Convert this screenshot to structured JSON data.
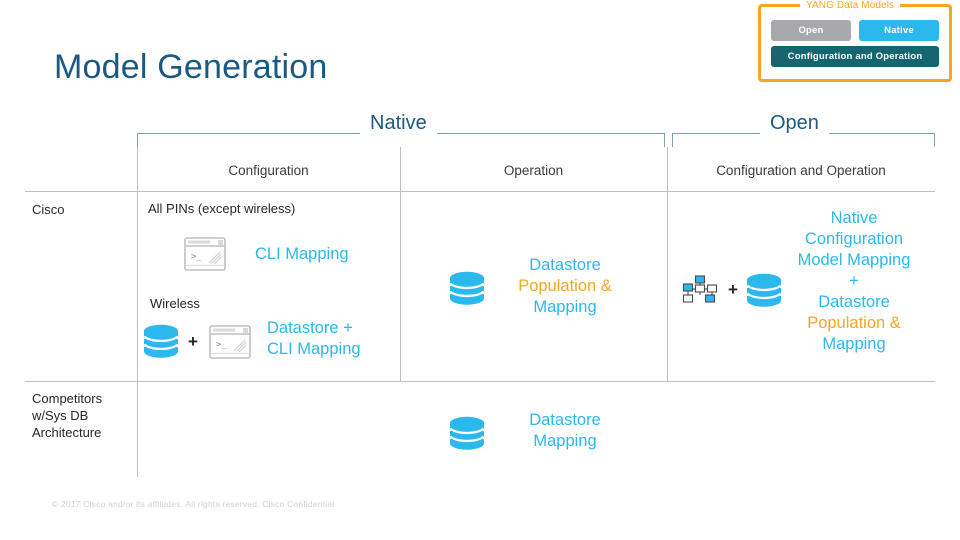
{
  "slide": {
    "title": "Model Generation",
    "footer": "© 2017  Cisco and/or its affiliates. All rights reserved.   Cisco Confidential"
  },
  "legend": {
    "title": "YANG Data Models",
    "chips": [
      {
        "label": "Open",
        "color": "#A7A9AC"
      },
      {
        "label": "Native",
        "color": "#2BB8ED"
      },
      {
        "label": "Configuration and Operation",
        "color": "#156570"
      }
    ]
  },
  "groups": [
    {
      "label": "Native"
    },
    {
      "label": "Open"
    }
  ],
  "columns": [
    {
      "label": "Configuration"
    },
    {
      "label": "Operation"
    },
    {
      "label": "Configuration and Operation"
    }
  ],
  "rows": [
    {
      "label": "Cisco"
    },
    {
      "label": "Competitors\nw/Sys DB\nArchitecture",
      "line1": "Competitors",
      "line2": "w/Sys DB",
      "line3": "Architecture"
    }
  ],
  "cells": {
    "cisco_config": {
      "heading_all_pins": "All PINs (except wireless)",
      "cli_mapping": "CLI Mapping",
      "heading_wireless": "Wireless",
      "datastore_cli_line1": "Datastore +",
      "datastore_cli_line2": "CLI Mapping",
      "plus": "+"
    },
    "cisco_operation": {
      "line1": "Datastore",
      "line2": "Population &",
      "line3": "Mapping"
    },
    "cisco_open": {
      "line1": "Native",
      "line2": "Configuration",
      "line3": "Model Mapping",
      "line4": "+",
      "line5": "Datastore",
      "line6": "Population &",
      "line7": "Mapping",
      "plus": "+"
    },
    "competitors_operation": {
      "line1": "Datastore",
      "line2": "Mapping"
    }
  },
  "colors": {
    "title": "#1B5A80",
    "accent_blue": "#2BB8ED",
    "accent_orange": "#F5A623",
    "legend_border": "#F7A623",
    "teal": "#156570",
    "gray": "#A7A9AC",
    "rule": "#BFBFBF"
  },
  "icons": {
    "database": "database-icon",
    "terminal": "terminal-icon",
    "topology": "network-topology-icon"
  }
}
